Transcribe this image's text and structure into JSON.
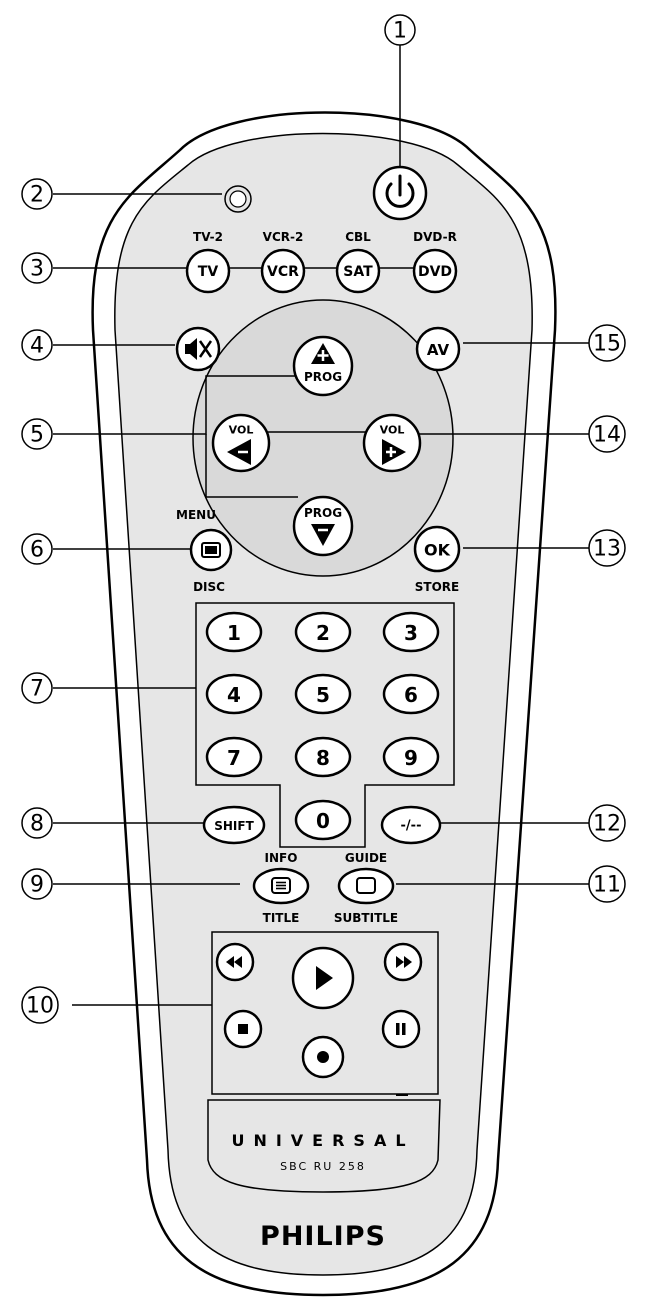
{
  "remote": {
    "brand": "PHILIPS",
    "series": "UNIVERSAL",
    "model": "SBC RU 258"
  },
  "buttons": {
    "power": {
      "icon": "power-icon"
    },
    "tv": {
      "label": "TV",
      "top_label": "TV-2"
    },
    "vcr": {
      "label": "VCR",
      "top_label": "VCR-2"
    },
    "sat": {
      "label": "SAT",
      "top_label": "CBL"
    },
    "dvd": {
      "label": "DVD",
      "top_label": "DVD-R"
    },
    "mute": {
      "icon": "mute-icon"
    },
    "av": {
      "label": "AV"
    },
    "prog_up": {
      "label": "PROG",
      "icon": "triangle-up-plus-icon"
    },
    "prog_down": {
      "label": "PROG",
      "icon": "triangle-down-minus-icon"
    },
    "vol_down": {
      "label": "VOL",
      "icon": "triangle-left-minus-icon"
    },
    "vol_up": {
      "label": "VOL",
      "icon": "triangle-right-plus-icon"
    },
    "menu": {
      "top_label": "MENU",
      "bottom_label": "DISC",
      "icon": "menu-icon"
    },
    "ok": {
      "label": "OK",
      "bottom_label": "STORE"
    },
    "digits": [
      "1",
      "2",
      "3",
      "4",
      "5",
      "6",
      "7",
      "8",
      "9",
      "0"
    ],
    "shift": {
      "label": "SHIFT"
    },
    "dash": {
      "label": "-/--"
    },
    "info": {
      "top_label": "INFO",
      "bottom_label": "TITLE",
      "icon": "teletext-icon"
    },
    "guide": {
      "top_label": "GUIDE",
      "bottom_label": "SUBTITLE",
      "icon": "subtitle-icon"
    },
    "rewind": {
      "icon": "rewind-icon"
    },
    "play": {
      "icon": "play-icon"
    },
    "fast_forward": {
      "icon": "fast-forward-icon"
    },
    "stop": {
      "icon": "stop-icon"
    },
    "pause": {
      "icon": "pause-icon"
    },
    "record": {
      "icon": "record-icon"
    }
  },
  "callouts": [
    "1",
    "2",
    "3",
    "4",
    "5",
    "6",
    "7",
    "8",
    "9",
    "10",
    "11",
    "12",
    "13",
    "14",
    "15"
  ],
  "colors": {
    "stroke": "#000000",
    "face": "#e6e6e6",
    "button": "#ffffff",
    "ring": "#d9d9d9"
  }
}
